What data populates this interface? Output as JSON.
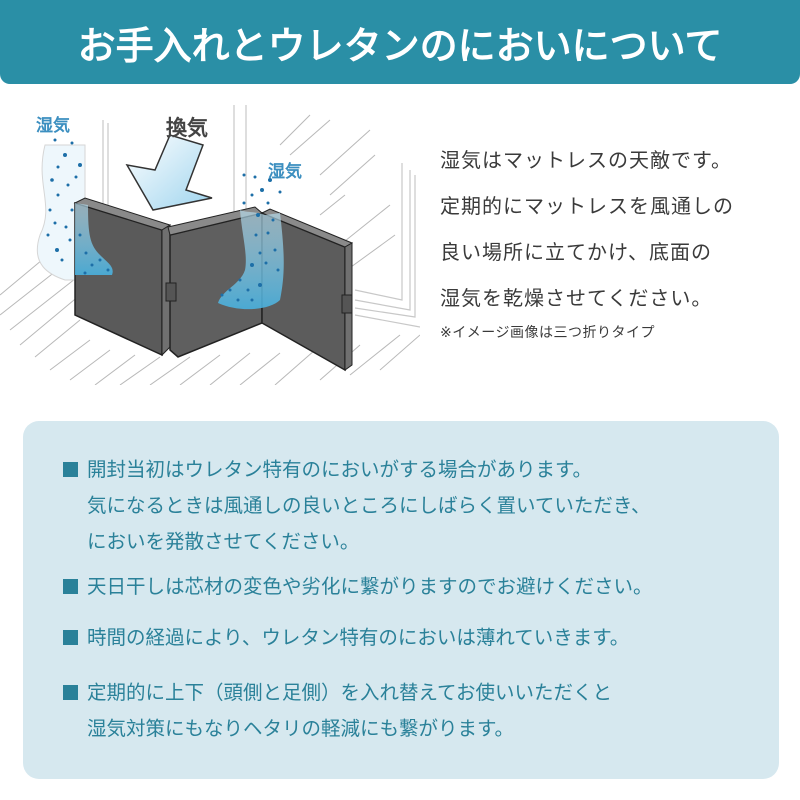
{
  "header": {
    "title": "お手入れとウレタンのにおいについて",
    "bg_color": "#2a8fa6"
  },
  "illustration": {
    "label_moisture_left": "湿気",
    "label_ventilation": "換気",
    "label_moisture_right": "湿気",
    "description": "Tri-fold mattress standing on floor near window, with moisture dispersing and ventilation arrow"
  },
  "side_text": {
    "lines": [
      "湿気はマットレスの天敵です。",
      "定期的にマットレスを風通しの",
      "良い場所に立てかけ、底面の",
      "湿気を乾燥させてください。"
    ],
    "note": "※イメージ画像は三つ折りタイプ"
  },
  "info_box": {
    "bg_color": "#d6e8ef",
    "text_color": "#2a8199",
    "items": [
      {
        "lines": [
          "開封当初はウレタン特有のにおいがする場合があります。",
          "気になるときは風通しの良いところにしばらく置いていただき、",
          "においを発散させてください。"
        ]
      },
      {
        "lines": [
          "天日干しは芯材の変色や劣化に繋がりますのでお避けください。"
        ]
      },
      {
        "lines": [
          "時間の経過により、ウレタン特有のにおいは薄れていきます。"
        ]
      },
      {
        "lines": [
          "定期的に上下（頭側と足側）を入れ替えてお使いいただくと",
          "湿気対策にもなりヘタリの軽減にも繋がります。"
        ]
      }
    ]
  }
}
